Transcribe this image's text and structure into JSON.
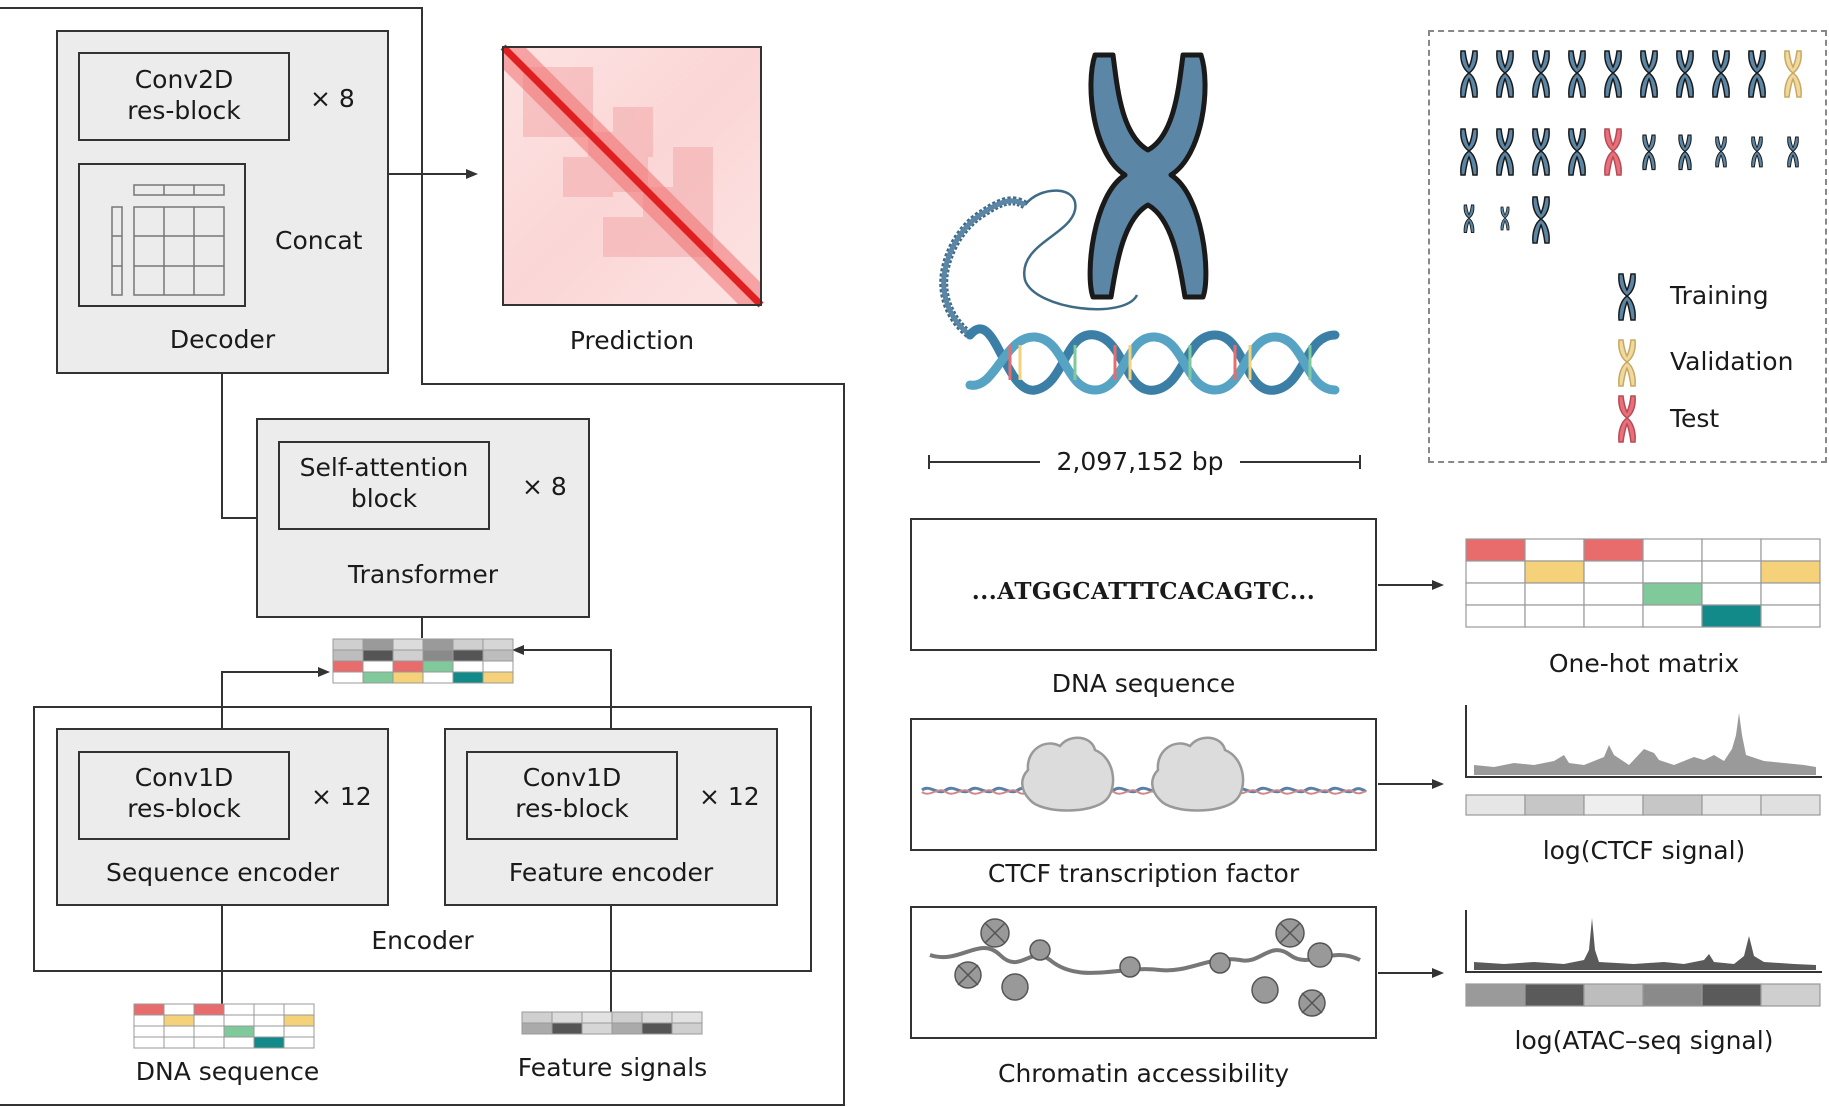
{
  "model": {
    "decoder": {
      "block_label": "Conv2D\nres-block",
      "repeat": "× 8",
      "concat_label": "Concat",
      "title": "Decoder"
    },
    "prediction_label": "Prediction",
    "transformer": {
      "block_label": "Self-attention\nblock",
      "repeat": "× 8",
      "title": "Transformer"
    },
    "sequence_encoder": {
      "block_label": "Conv1D\nres-block",
      "repeat": "× 12",
      "title": "Sequence encoder"
    },
    "feature_encoder": {
      "block_label": "Conv1D\nres-block",
      "repeat": "× 12",
      "title": "Feature encoder"
    },
    "encoder_title": "Encoder",
    "input_dna_label": "DNA sequence",
    "input_feature_label": "Feature signals"
  },
  "data": {
    "length_label": "2,097,152 bp",
    "legend": {
      "training": "Training",
      "validation": "Validation",
      "test": "Test"
    },
    "dna_box_text": "...ATGGCATTTCACAGTC...",
    "dna_caption": "DNA sequence",
    "onehot_caption": "One-hot matrix",
    "ctcf_caption": "CTCF transcription factor",
    "ctcf_signal_caption": "log(CTCF signal)",
    "chromatin_caption": "Chromatin accessibility",
    "atac_signal_caption": "log(ATAC–seq signal)"
  },
  "colors": {
    "A": "#e86c6c",
    "C": "#f5d27a",
    "G": "#7fc99b",
    "T": "#138a8a",
    "chromosome": "#5b86a6",
    "validation": "#f0d9a0",
    "test": "#e8707a",
    "heatmap": "#e8282a"
  }
}
